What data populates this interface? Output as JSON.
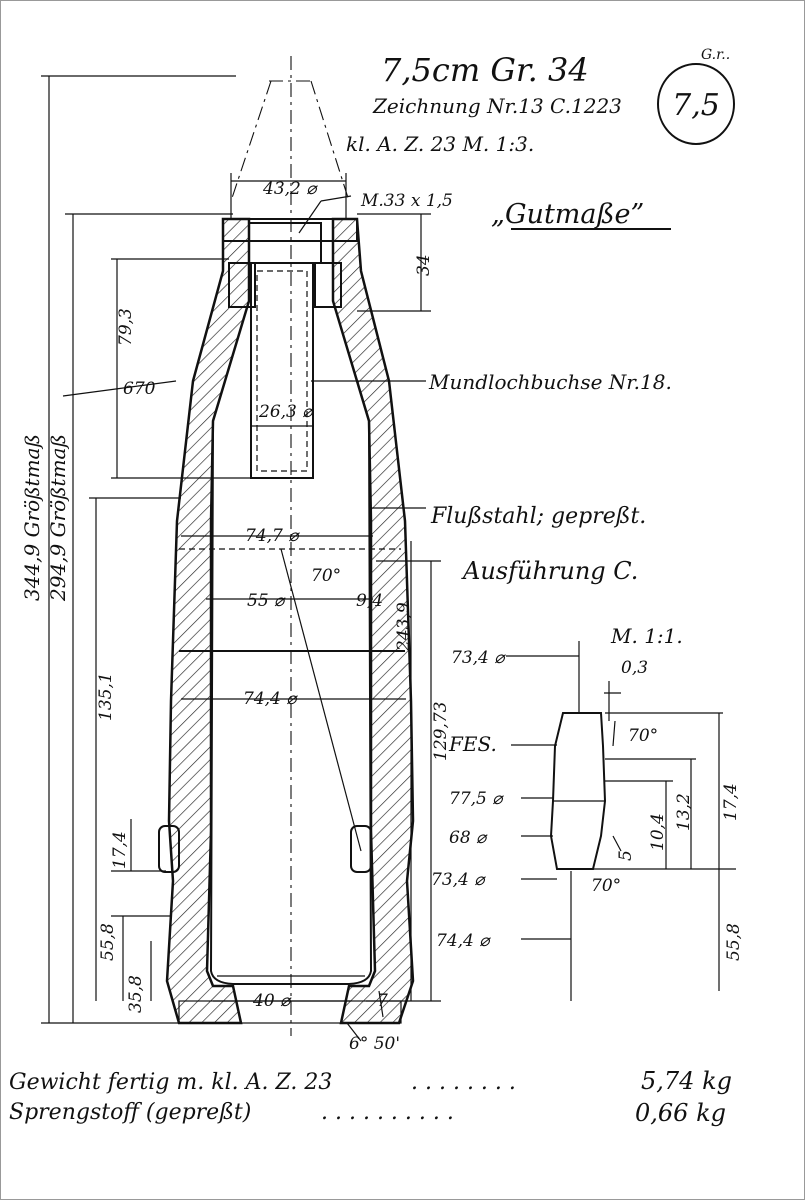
{
  "title": {
    "designation": "7,5cm Gr. 34",
    "drawing_no": "Zeichnung Nr.13 C.1223",
    "scale": "kl. A. Z. 23  M. 1:3.",
    "sheet_number": "7,5",
    "corner_mark": "G.r.."
  },
  "heading": "„Gutmaße”",
  "labels": {
    "fuze_bushing": "Mundlochbuchse Nr.18.",
    "material": "Flußstahl; gepreßt.",
    "execution": "Ausführung C.",
    "detail_scale": "M. 1:1.",
    "fes": "FES."
  },
  "dimensions": {
    "overall_max": "344,9 Größtmaß",
    "body_max": "294,9 Größtmaß",
    "bushing_depth": "79,3",
    "nose_top": "34",
    "wall_length": "670",
    "nose_dia": "43,2 ⌀",
    "thread": "M.33 x 1,5",
    "bore_dia": "26,3 ⌀",
    "upper_dia": "74,7 ⌀",
    "inner_dia": "55 ⌀",
    "wall": "9,4",
    "angle": "70°",
    "lower_dia": "74,4 ⌀",
    "cavity_len": "243,9",
    "body_len": "129,73",
    "rear_len": "135,1",
    "band_h": "17,4",
    "rear_a": "55,8",
    "rear_b": "35,8",
    "base_dia": "40 ⌀",
    "base_gap": "7",
    "taper": "6° 50'"
  },
  "detail": {
    "d1": "73,4 ⌀",
    "clearance": "0,3",
    "angle_top": "70°",
    "d2": "77,5 ⌀",
    "d3": "68 ⌀",
    "d4": "73,4 ⌀",
    "angle_bottom": "70°",
    "d5": "74,4 ⌀",
    "h1": "10,4",
    "h2": "13,2",
    "h3": "17,4",
    "h4": "55,8",
    "h_small": "5"
  },
  "footer": {
    "weight_label": "Gewicht fertig m. kl. A. Z. 23",
    "weight_value": "5,74 kg",
    "explosive_label": "Sprengstoff (gepreßt)",
    "explosive_value": "0,66 kg"
  }
}
